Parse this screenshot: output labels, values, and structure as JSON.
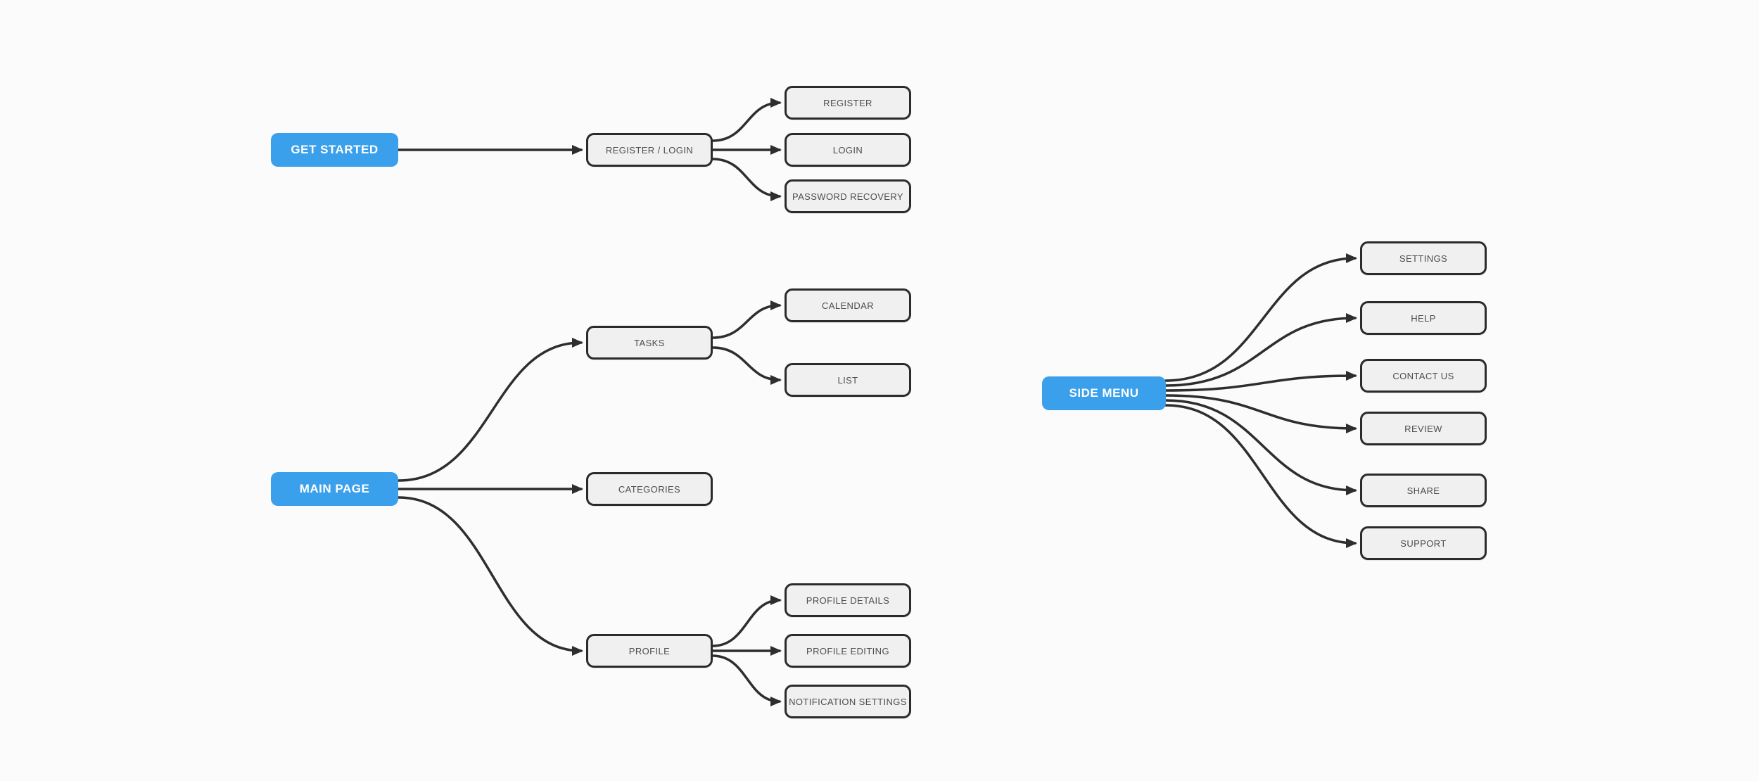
{
  "page": {
    "background_color": "#fbfbfb",
    "type": "mindmap-flow-diagram"
  },
  "style": {
    "root_node_fill": "#3ba0eb",
    "root_node_text_color": "#ffffff",
    "branch_node_fill": "#f0f0f0",
    "branch_node_border_color": "#2b2b2b",
    "branch_node_text_color": "#4d4d4d",
    "edge_color": "#2e2e2e"
  },
  "trees": [
    {
      "root": {
        "label": "GET STARTED"
      },
      "branches": [
        {
          "label": "REGISTER / LOGIN",
          "children": [
            {
              "label": "REGISTER"
            },
            {
              "label": "LOGIN"
            },
            {
              "label": "PASSWORD RECOVERY"
            }
          ]
        }
      ]
    },
    {
      "root": {
        "label": "MAIN PAGE"
      },
      "branches": [
        {
          "label": "TASKS",
          "children": [
            {
              "label": "CALENDAR"
            },
            {
              "label": "LIST"
            }
          ]
        },
        {
          "label": "CATEGORIES",
          "children": []
        },
        {
          "label": "PROFILE",
          "children": [
            {
              "label": "PROFILE DETAILS"
            },
            {
              "label": "PROFILE EDITING"
            },
            {
              "label": "NOTIFICATION SETTINGS"
            }
          ]
        }
      ]
    },
    {
      "root": {
        "label": "SIDE MENU"
      },
      "branches": [
        {
          "label": "SETTINGS",
          "children": []
        },
        {
          "label": "HELP",
          "children": []
        },
        {
          "label": "CONTACT US",
          "children": []
        },
        {
          "label": "REVIEW",
          "children": []
        },
        {
          "label": "SHARE",
          "children": []
        },
        {
          "label": "SUPPORT",
          "children": []
        }
      ]
    }
  ]
}
